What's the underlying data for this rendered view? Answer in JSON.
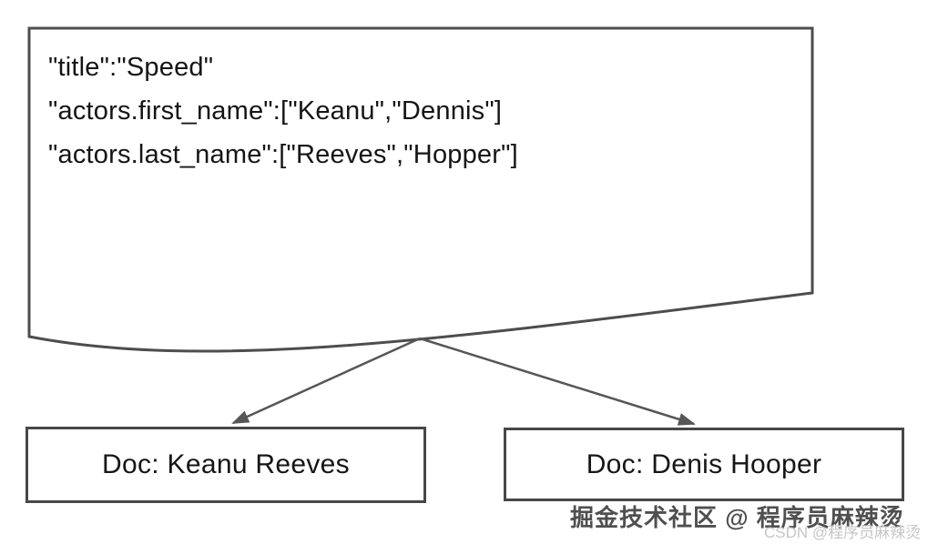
{
  "source_document": {
    "lines": [
      "\"title\":\"Speed\"",
      "\"actors.first_name\":[\"Keanu\",\"Dennis\"]",
      "\"actors.last_name\":[\"Reeves\",\"Hopper\"]"
    ]
  },
  "docs": [
    {
      "label": "Doc: Keanu Reeves"
    },
    {
      "label": "Doc: Denis Hooper"
    }
  ],
  "watermark": {
    "primary": "掘金技术社区 @ 程序员麻辣烫",
    "secondary": "CSDN @程序员麻辣烫"
  },
  "colors": {
    "outline_stroke": "#4d4d4d",
    "arrow_stroke": "#565656",
    "text": "#151515",
    "watermark_primary": "#4f4f4f",
    "watermark_secondary": "#c6c6c6"
  }
}
